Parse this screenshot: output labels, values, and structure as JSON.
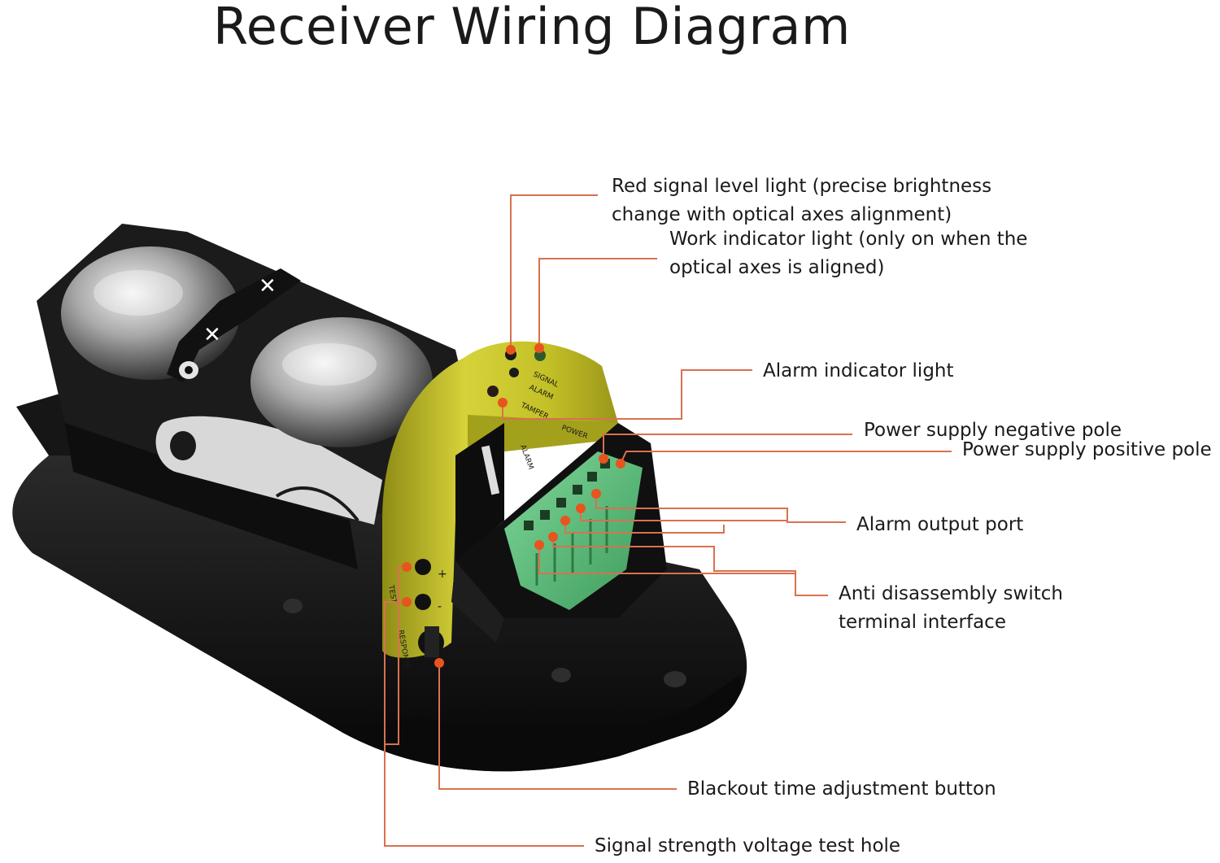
{
  "title": "Receiver Wiring Diagram",
  "labels": {
    "red_signal_1": "Red signal level light (precise brightness",
    "red_signal_2": "change with optical axes alignment)",
    "work_1": "Work indicator light (only on when the",
    "work_2": "optical axes is aligned)",
    "alarm_light": "Alarm indicator light",
    "neg_pole": "Power supply negative pole",
    "pos_pole": "Power supply positive pole",
    "alarm_out": "Alarm output port",
    "anti_1": "Anti disassembly switch",
    "anti_2": "terminal interface",
    "blackout": "Blackout time adjustment button",
    "test_hole": "Signal strength voltage test hole"
  },
  "device_markings": {
    "power": "POWER",
    "alarm": "ALARM",
    "tamper": "TAMPER",
    "signal": "SIGNAL",
    "alarm_led": "ALARM",
    "plus": "+",
    "minus": "-",
    "test": "TEST",
    "response": "RESPONSE"
  },
  "colors": {
    "leader": "#d9714e",
    "dot": "#e8541e",
    "housing": "#121212",
    "plate": "#c9c62c",
    "terminal": "#5fbf7e"
  }
}
